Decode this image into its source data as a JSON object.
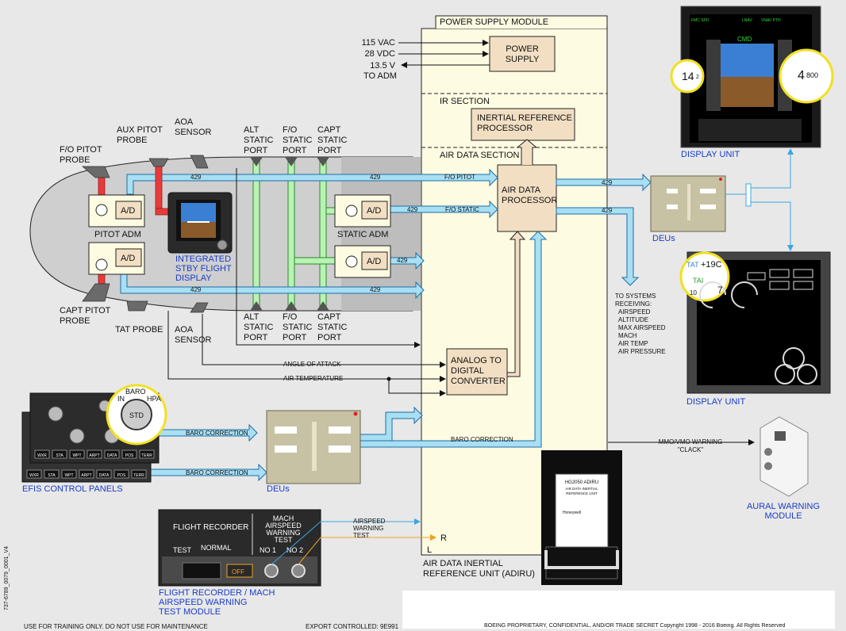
{
  "power_supply_module": {
    "title": "POWER SUPPLY MODULE",
    "power_supply_box": [
      "POWER",
      "SUPPLY"
    ],
    "inputs": [
      "115 VAC",
      "28 VDC",
      "13.5 V",
      "TO ADM"
    ],
    "ir_section": "IR SECTION",
    "irp_box": [
      "INERTIAL REFERENCE",
      "PROCESSOR"
    ],
    "air_data_section": "AIR DATA SECTION",
    "adp_box": [
      "AIR DATA",
      "PROCESSOR"
    ],
    "adc_box": [
      "ANALOG TO",
      "DIGITAL",
      "CONVERTER"
    ],
    "corner_r": "R",
    "corner_l": "L",
    "adiru_label": [
      "AIR DATA INERTIAL",
      "REFERENCE UNIT (ADIRU)"
    ]
  },
  "sensors": {
    "aux_pitot": [
      "AUX PITOT",
      "PROBE"
    ],
    "aoa_top": [
      "AOA",
      "SENSOR"
    ],
    "fo_pitot": [
      "F/O PITOT",
      "PROBE"
    ],
    "capt_pitot": [
      "CAPT PITOT",
      "PROBE"
    ],
    "tat_probe": "TAT PROBE",
    "aoa_bottom": [
      "AOA",
      "SENSOR"
    ],
    "alt_static_top": [
      "ALT",
      "STATIC",
      "PORT"
    ],
    "fo_static_top": [
      "F/O",
      "STATIC",
      "PORT"
    ],
    "capt_static_top": [
      "CAPT",
      "STATIC",
      "PORT"
    ],
    "alt_static_bottom": [
      "ALT",
      "STATIC",
      "PORT"
    ],
    "fo_static_bottom": [
      "F/O",
      "STATIC",
      "PORT"
    ],
    "capt_static_bottom": [
      "CAPT",
      "STATIC",
      "PORT"
    ]
  },
  "adms": {
    "ad": "A/D",
    "pitot_adm": "PITOT ADM",
    "static_adm": "STATIC ADM"
  },
  "bus_labels": {
    "429": "429",
    "fo_pitot": "F/O PITOT",
    "fo_static": "F/O STATIC",
    "angle_of_attack": "ANGLE OF ATTACK",
    "air_temperature": "AIR TEMPERATURE",
    "baro_correction": "BARO CORRECTION",
    "airspeed_warning_test": [
      "AIRSPEED",
      "WARNING",
      "TEST"
    ],
    "mmo_warning": [
      "MMO/VMO WARNING",
      "\"CLACK\""
    ]
  },
  "systems_receiving": [
    "TO SYSTEMS",
    "RECEIVING:",
    "AIRSPEED",
    "ALTITUDE",
    "MAX AIRSPEED",
    "MACH",
    "AIR TEMP",
    "AIR PRESSURE"
  ],
  "component_labels": {
    "isfd": [
      "INTEGRATED",
      "STBY FLIGHT",
      "DISPLAY"
    ],
    "display_unit_top": "DISPLAY UNIT",
    "display_unit_bottom": "DISPLAY UNIT",
    "deus_right": "DEUs",
    "deus_bottom": "DEUs",
    "efis": "EFIS CONTROL PANELS",
    "flight_recorder": [
      "FLIGHT RECORDER / MACH",
      "AIRSPEED WARNING",
      "TEST MODULE"
    ],
    "aural_warning": [
      "AURAL WARNING",
      "MODULE"
    ]
  },
  "flight_recorder_panel": {
    "title": "FLIGHT RECORDER",
    "test": "TEST",
    "normal": "NORMAL",
    "mach_lines": [
      "MACH",
      "AIRSPEED",
      "WARNING",
      "TEST"
    ],
    "no1": "NO 1",
    "no2": "NO 2",
    "off": "OFF"
  },
  "efis_panel": {
    "baro": "BARO",
    "in": "IN",
    "hpa": "HPA",
    "std": "STD",
    "buttons": [
      "WXR",
      "STA",
      "WPT",
      "ARPT",
      "DATA",
      "POS",
      "TERR"
    ]
  },
  "pfd": {
    "speed": "14",
    "speed_small": "2",
    "alt_big": "4",
    "alt_small": "800",
    "cmd": "CMD",
    "top_tags": [
      "FMC SPD",
      "LNAV",
      "VNAV PTH"
    ]
  },
  "eicas": {
    "tat": "TAT",
    "tat_value": "+19C",
    "tai": "TAI",
    "ten": "10",
    "seven": "7"
  },
  "adiru_unit": {
    "part": "HG2050 ADIRU",
    "name": [
      "AIR DATA INERTIAL",
      "REFERENCE UNIT"
    ],
    "brand": "Honeywell"
  },
  "footer": {
    "doc_id": "737-6789_0079_0001_V4",
    "training": "USE FOR TRAINING ONLY. DO NOT USE FOR MAINTENANCE",
    "export": "EXPORT CONTROLLED: 9E991",
    "proprietary": "BOEING PROPRIETARY, CONFIDENTIAL, AND/OR TRADE SECRET  Copyright 1998 - 2016  Boeing. All Rights Reserved"
  },
  "colors": {
    "bus_fill": "#a8dff2",
    "bus_stroke": "#1e6ea8",
    "static_fill": "#b9f2b4",
    "static_stroke": "#2a8a2a",
    "pitot_red": "#e83a3a",
    "module_fill": "#fdfbe2",
    "box_fill": "#f2dfc3",
    "label_blue": "#1a3cc8",
    "signal_orange": "#f0a020",
    "signal_blue": "#3aa6e0"
  }
}
